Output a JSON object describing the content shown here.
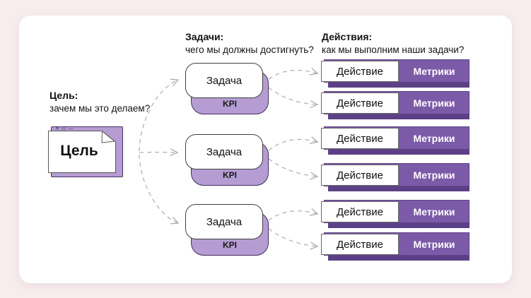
{
  "page": {
    "background": "#f7edee",
    "card_color": "#ffffff"
  },
  "palette": {
    "purple": "#7b5aa7",
    "purple_deep": "#5c4086",
    "lilac": "#b59dd3",
    "outline": "#443060",
    "arrow_gray": "#a6a6a6"
  },
  "goal": {
    "heading": "Цель:",
    "subheading": "зачем мы это делаем?",
    "note_label": "Цель",
    "window_icons": [
      "✕",
      "▭",
      "—"
    ]
  },
  "tasks": {
    "heading": "Задачи:",
    "subheading": "чего мы должны достигнуть?",
    "items": [
      {
        "label": "Задача",
        "kpi": "KPI"
      },
      {
        "label": "Задача",
        "kpi": "KPI"
      },
      {
        "label": "Задача",
        "kpi": "KPI"
      }
    ]
  },
  "actions": {
    "heading": "Действия:",
    "subheading": "как мы выполним наши задачи?",
    "items": [
      {
        "label": "Действие",
        "metric": "Метрики"
      },
      {
        "label": "Действие",
        "metric": "Метрики"
      },
      {
        "label": "Действие",
        "metric": "Метрики"
      },
      {
        "label": "Действие",
        "metric": "Метрики"
      },
      {
        "label": "Действие",
        "metric": "Метрики"
      },
      {
        "label": "Действие",
        "metric": "Метрики"
      }
    ]
  }
}
